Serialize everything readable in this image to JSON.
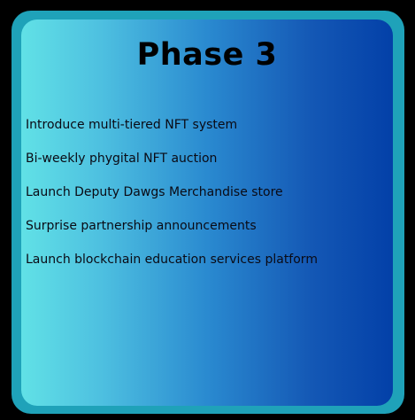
{
  "card": {
    "title": "Phase 3",
    "items": [
      "Introduce multi-tiered NFT system",
      "Bi-weekly phygital NFT auction",
      "Launch Deputy Dawgs Merchandise store",
      "Surprise partnership announcements",
      "Launch blockchain education services platform"
    ]
  },
  "colors": {
    "background": "#000000",
    "frame": "#1fa2b9",
    "gradient_start": "#61e1e6",
    "gradient_end": "#0340a8",
    "text": "#000000"
  }
}
